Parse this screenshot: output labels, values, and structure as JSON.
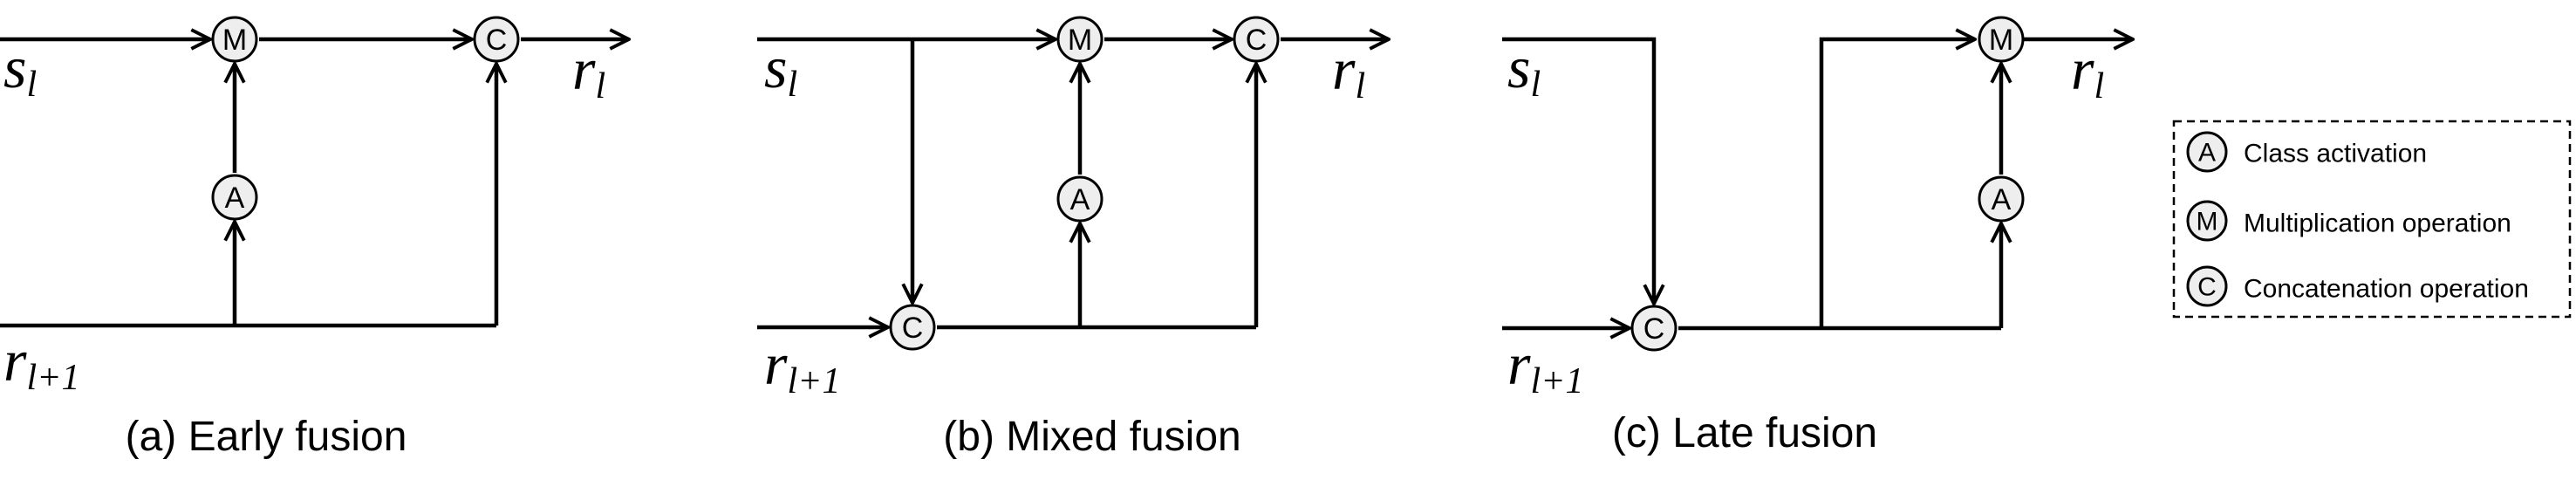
{
  "panels": [
    {
      "id": "a",
      "caption": "(a) Early fusion",
      "input_s": {
        "base": "s",
        "sub": "l"
      },
      "output_r": {
        "base": "r",
        "sub": "l"
      },
      "input_r": {
        "base": "r",
        "sub": "l+1"
      },
      "nodes": [
        "M",
        "C",
        "A"
      ]
    },
    {
      "id": "b",
      "caption": "(b) Mixed fusion",
      "input_s": {
        "base": "s",
        "sub": "l"
      },
      "output_r": {
        "base": "r",
        "sub": "l"
      },
      "input_r": {
        "base": "r",
        "sub": "l+1"
      },
      "nodes": [
        "M",
        "C",
        "A",
        "C"
      ]
    },
    {
      "id": "c",
      "caption": "(c) Late fusion",
      "input_s": {
        "base": "s",
        "sub": "l"
      },
      "output_r": {
        "base": "r",
        "sub": "l"
      },
      "input_r": {
        "base": "r",
        "sub": "l+1"
      },
      "nodes": [
        "M",
        "A",
        "C"
      ]
    }
  ],
  "legend": [
    {
      "symbol": "A",
      "label": "Class activation"
    },
    {
      "symbol": "M",
      "label": "Multiplication operation"
    },
    {
      "symbol": "C",
      "label": "Concatenation operation"
    }
  ]
}
